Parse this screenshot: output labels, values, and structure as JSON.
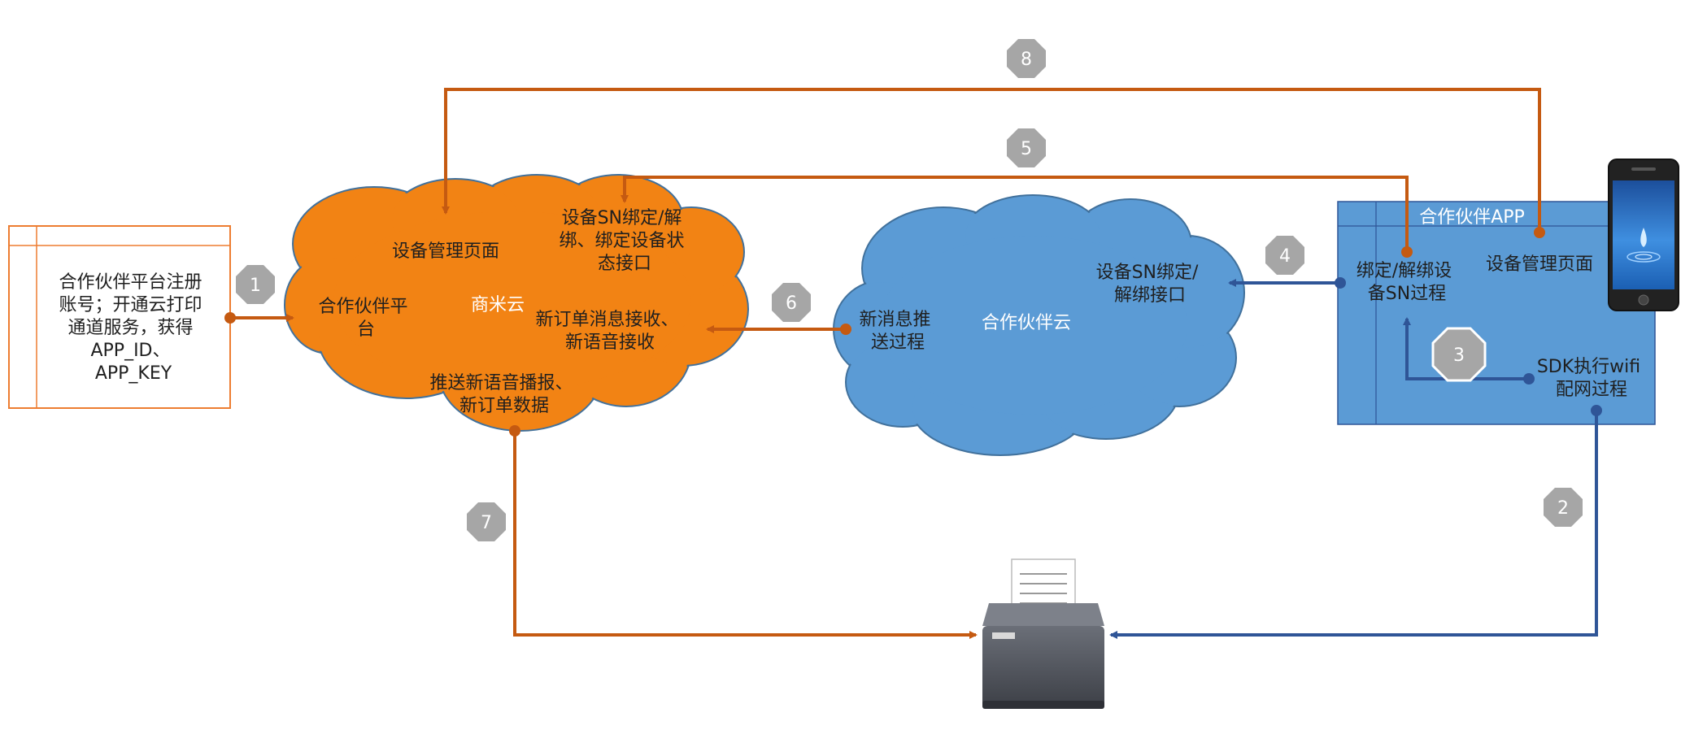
{
  "colors": {
    "orange_line": "#c55a11",
    "orange_cloud": "#f28314",
    "blue_cloud": "#5b9bd5",
    "blue_line": "#2f5597",
    "badge_gray": "#a6a6a6",
    "app_box": "#5b9bd5"
  },
  "partner_platform_box": {
    "text_lines": [
      "合作伙伴平台注册",
      "账号；开通云打印",
      "通道服务，获得",
      "APP_ID、",
      "APP_KEY"
    ]
  },
  "sunmi_cloud": {
    "name": "商米云",
    "device_mgmt": "设备管理页面",
    "partner_platform": [
      "合作伙伴平",
      "台"
    ],
    "sn_bind_api": [
      "设备SN绑定/解",
      "绑、绑定设备状",
      "态接口"
    ],
    "new_order_receive": [
      "新订单消息接收、",
      "新语音接收"
    ],
    "push_voice": [
      "推送新语音播报、",
      "新订单数据"
    ]
  },
  "partner_cloud": {
    "name": "合作伙伴云",
    "push_process": [
      "新消息推",
      "送过程"
    ],
    "sn_bind_api": [
      "设备SN绑定/",
      "解绑接口"
    ]
  },
  "partner_app": {
    "title": "合作伙伴APP",
    "device_mgmt": "设备管理页面",
    "bind_process": [
      "绑定/解绑设",
      "备SN过程"
    ],
    "sdk_wifi": [
      "SDK执行wifi",
      "配网过程"
    ]
  },
  "badges": {
    "b1": "1",
    "b2": "2",
    "b3": "3",
    "b4": "4",
    "b5": "5",
    "b6": "6",
    "b7": "7",
    "b8": "8"
  },
  "icons": {
    "phone": "phone-icon",
    "printer": "printer-icon"
  }
}
